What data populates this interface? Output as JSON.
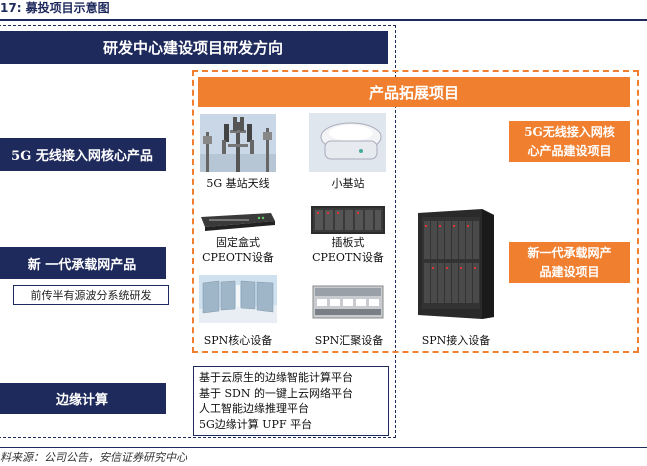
{
  "figure_title": "17:  募投项目示意图",
  "banner": "研发中心建设项目研发方向",
  "left_items": {
    "item1": "5G 无线接入网核心产品",
    "item2": "新 一代承载网产品",
    "item2_sub": "前传半有源波分系统研发",
    "item3": "边缘计算"
  },
  "edge_list": [
    "基于云原生的边缘智能计算平台",
    "基于 SDN 的一键上云网络平台",
    "人工智能边缘推理平台",
    "5G边缘计算 UPF 平台"
  ],
  "product_banner": "产品拓展项目",
  "products": {
    "p1": "5G 基站天线",
    "p2": "小基站",
    "p3": "固定盒式\nCPEOTN设备",
    "p4": "插板式\nCPEOTN设备",
    "p5": "SPN核心设备",
    "p6": "SPN汇聚设备",
    "p7": "SPN接入设备"
  },
  "right_items": {
    "r1": "5G无线接入网核\n心产品建设项目",
    "r2": "新一代承载网产\n品建设项目"
  },
  "source": "料来源：公司公告，安信证券研究中心",
  "colors": {
    "navy": "#1f2a5c",
    "orange": "#f07f2f"
  }
}
